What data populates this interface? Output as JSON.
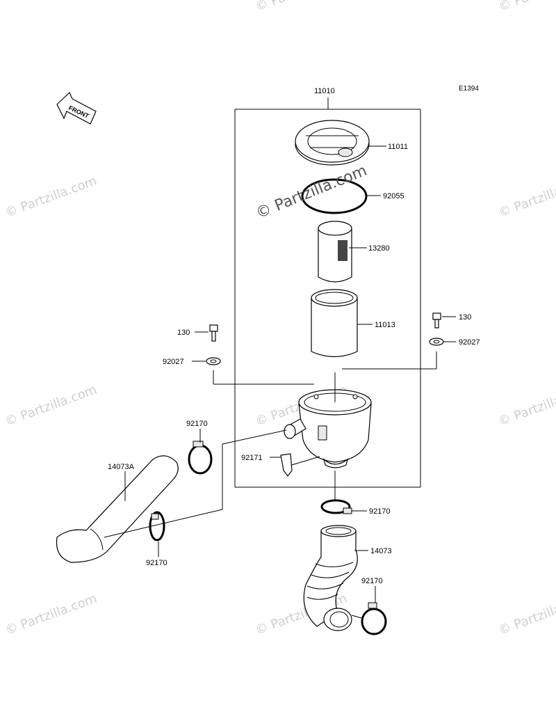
{
  "diagram": {
    "code": "E1394",
    "front_label": "FRONT",
    "watermark_text": "© Partzilla.com",
    "callouts": {
      "c11010": "11010",
      "c11011": "11011",
      "c92055": "92055",
      "c13280": "13280",
      "c11013": "11013",
      "c130_left": "130",
      "c92027_left": "92027",
      "c130_right": "130",
      "c92027_right": "92027",
      "c92170_top": "92170",
      "c14073A": "14073A",
      "c92171": "92171",
      "c92170_mid": "92170",
      "c92170_left": "92170",
      "c14073": "14073",
      "c92170_bottom": "92170"
    }
  }
}
